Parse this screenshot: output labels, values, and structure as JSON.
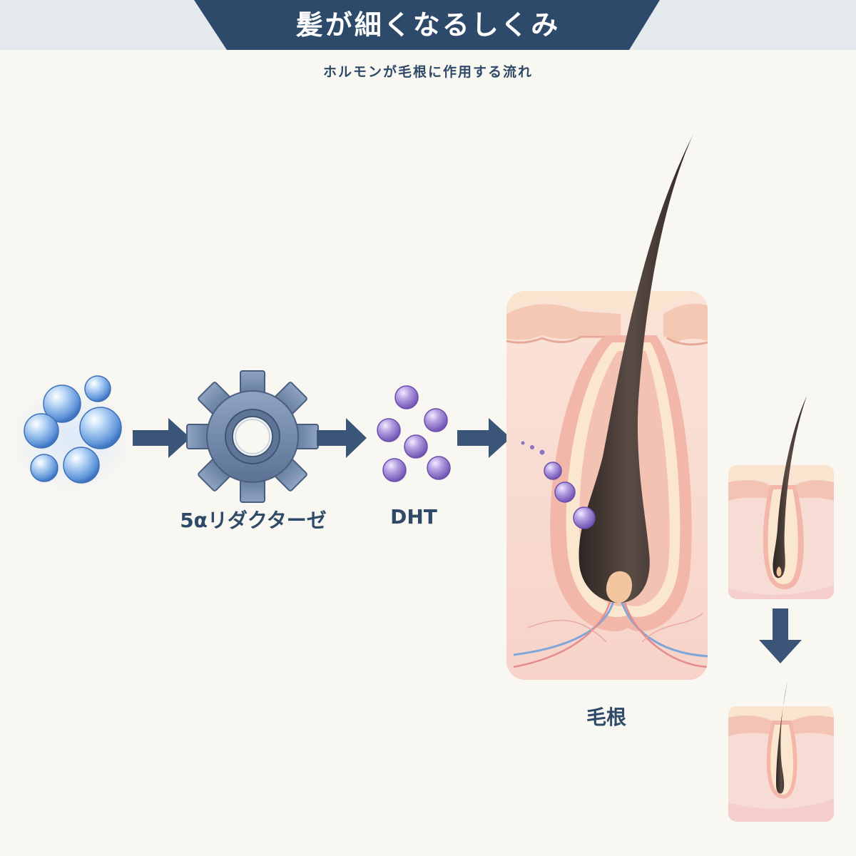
{
  "header": {
    "title": "髪が細くなるしくみ",
    "subtitle": "ホルモンが毛根に作用する流れ"
  },
  "labels": {
    "enzyme": "5αリダクターゼ",
    "dht": "DHT",
    "hair_root": "毛根"
  },
  "colors": {
    "banner": "#2d4a6b",
    "label_text": "#2f4a68",
    "arrow": "#3a5577",
    "testosterone_sphere": "#7fb2e8",
    "gear": "#6e84a6",
    "dht_sphere": "#9a83cf",
    "hair": "#3e3330",
    "skin": "#f6cfc4"
  },
  "icons": {
    "hormone": "blue-sphere-cluster-icon",
    "enzyme": "gear-icon",
    "dht": "purple-sphere-cluster-icon",
    "arrow": "right-arrow-icon",
    "progression": "down-arrow-icon"
  }
}
